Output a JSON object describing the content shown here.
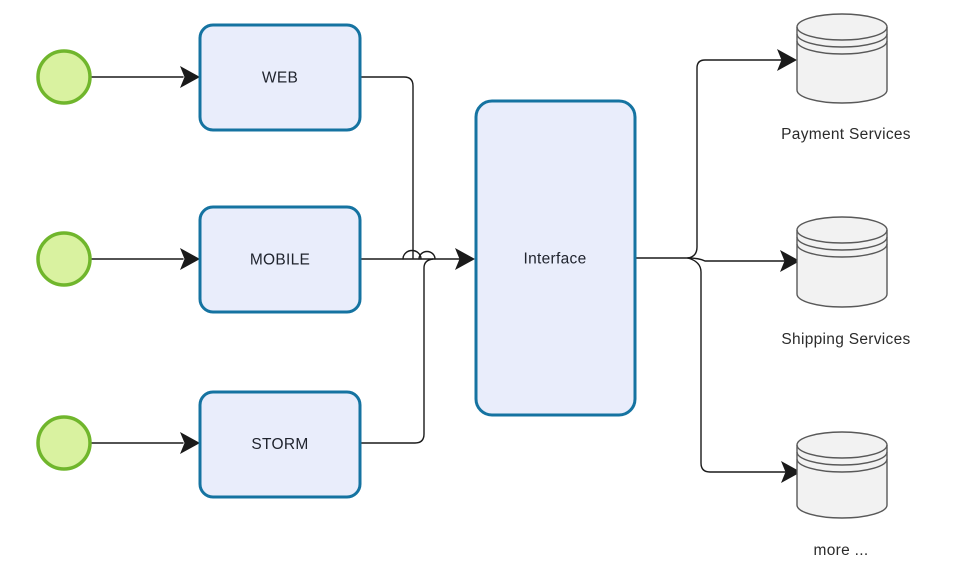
{
  "colors": {
    "canvas-bg": "#ffffff",
    "task-fill": "#e9edfb",
    "task-stroke": "#1573a1",
    "start-fill": "#d9f2a0",
    "start-stroke": "#70b62c",
    "connector": "#1a1a1a",
    "db-fill": "#f2f2f2",
    "db-stroke": "#595959",
    "label-text": "#20242e",
    "db-label-text": "#2b2b2b"
  },
  "diagram": {
    "tasks": {
      "web": "WEB",
      "mobile": "MOBILE",
      "storm": "STORM",
      "interface": "Interface"
    },
    "datastores": {
      "payment": "Payment Services",
      "shipping": "Shipping Services",
      "more": "more ..."
    }
  }
}
